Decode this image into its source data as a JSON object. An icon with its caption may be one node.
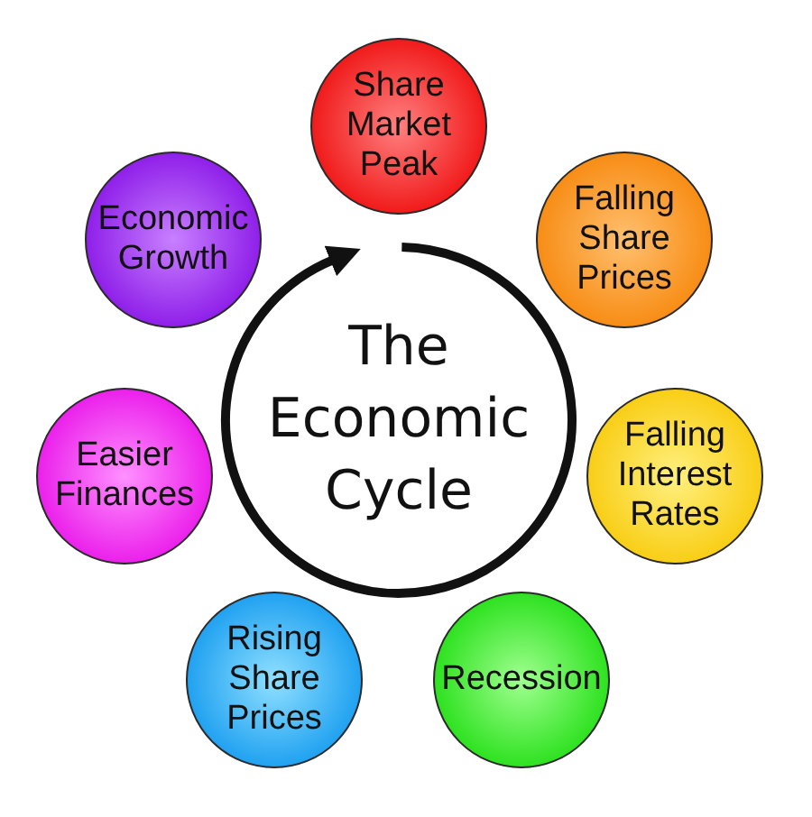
{
  "diagram": {
    "nodes": [
      {
        "text": [
          "The Economic Cycle"
        ]
      },
      {
        "text": [
          "Share Market Peak"
        ]
      },
      {
        "text": [
          "Falling Share Prices"
        ]
      },
      {
        "text": [
          "Falling Interest Rates"
        ]
      },
      {
        "text": [
          "Recession"
        ]
      },
      {
        "text": [
          "Rising Share Prices"
        ]
      },
      {
        "text": [
          "Easier Finances"
        ]
      },
      {
        "text": [
          "Economic Growth"
        ]
      }
    ]
  }
}
